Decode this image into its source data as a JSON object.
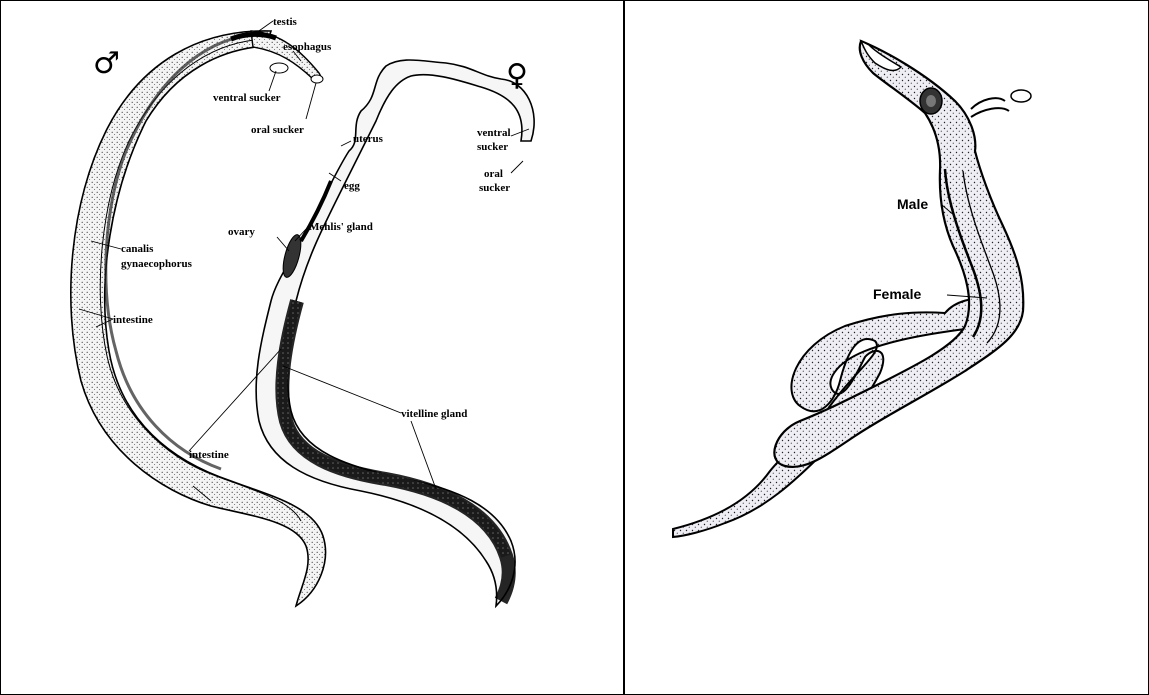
{
  "left_panel": {
    "male_symbol": "♂",
    "female_symbol": "♀",
    "labels": {
      "testis": "testis",
      "esophagus": "esophagus",
      "ventral_sucker_m": "ventral sucker",
      "oral_sucker_m": "oral sucker",
      "canalis_1": "canalis",
      "canalis_2": "gynaecophorus",
      "intestine_upper": "intestine",
      "intestine_lower": "intestine",
      "uterus": "uterus",
      "egg": "egg",
      "ovary": "ovary",
      "mehlis": "Mehlis' gland",
      "vitelline": "vitelline gland",
      "ventral_f_1": "ventral",
      "ventral_f_2": "sucker",
      "oral_f_1": "oral",
      "oral_f_2": "sucker"
    }
  },
  "right_panel": {
    "labels": {
      "male": "Male",
      "female": "Female"
    }
  }
}
